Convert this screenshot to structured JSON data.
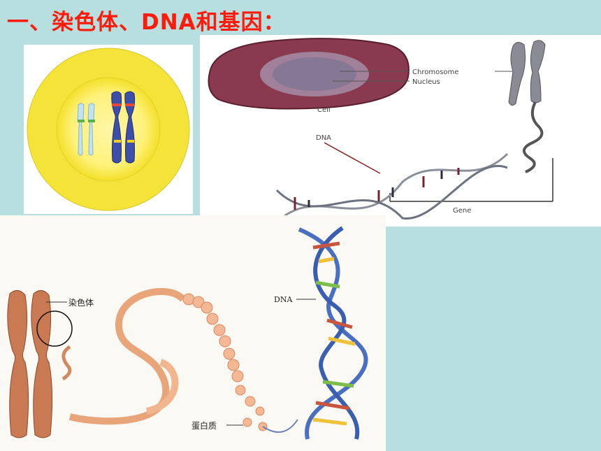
{
  "slide": {
    "title": "一、染色体、DNA和基因："
  },
  "cell_diagram": {
    "labels": {
      "chromosome": "Chromosome",
      "nucleus": "Nucleus",
      "cell": "Cell",
      "dna": "DNA",
      "gene": "Gene"
    }
  },
  "chromatin_diagram": {
    "labels": {
      "chromosome": "染色体",
      "dna": "DNA",
      "protein": "蛋白质"
    }
  },
  "colors": {
    "background": "#b7dfe0",
    "title": "#ff1a0a"
  }
}
